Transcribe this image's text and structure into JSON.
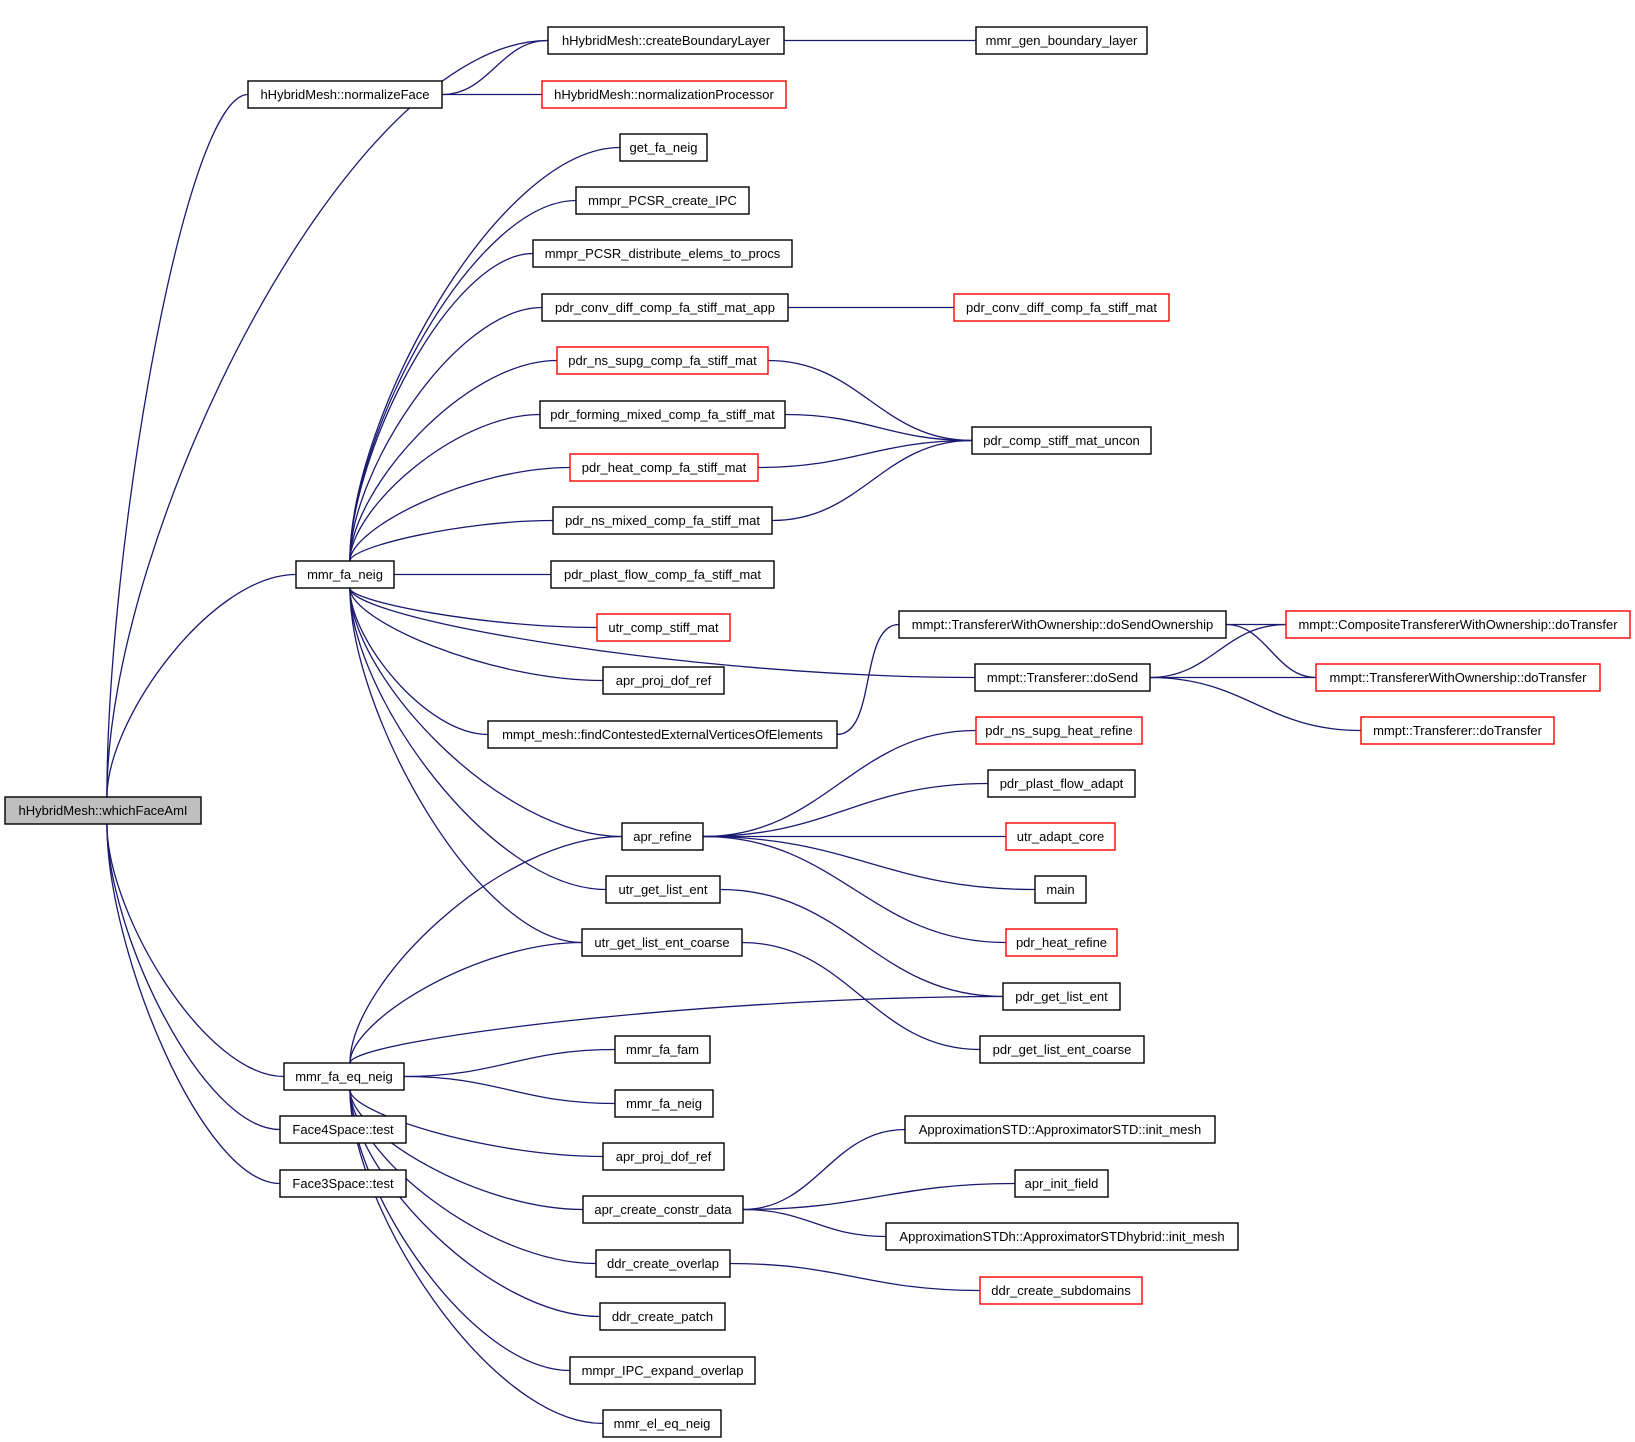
{
  "colors": {
    "edge": "#191970",
    "node_border_default": "#000000",
    "node_border_truncated": "#ff0000",
    "node_fill": "#ffffff",
    "node_fill_focus": "#bfbfbf"
  },
  "graph": {
    "nodes": [
      {
        "id": "which",
        "label": "hHybridMesh::whichFaceAmI",
        "style": "focus"
      },
      {
        "id": "normalizeFace",
        "label": "hHybridMesh::normalizeFace",
        "style": "normal"
      },
      {
        "id": "createBL",
        "label": "hHybridMesh::createBoundaryLayer",
        "style": "normal"
      },
      {
        "id": "genBL",
        "label": "mmr_gen_boundary_layer",
        "style": "normal"
      },
      {
        "id": "normProc",
        "label": "hHybridMesh::normalizationProcessor",
        "style": "truncated"
      },
      {
        "id": "mmr_fa_neig",
        "label": "mmr_fa_neig",
        "style": "normal"
      },
      {
        "id": "get_fa_neig",
        "label": "get_fa_neig",
        "style": "normal"
      },
      {
        "id": "pcsr_ipc",
        "label": "mmpr_PCSR_create_IPC",
        "style": "normal"
      },
      {
        "id": "pcsr_dist",
        "label": "mmpr_PCSR_distribute_elems_to_procs",
        "style": "normal"
      },
      {
        "id": "conv_app",
        "label": "pdr_conv_diff_comp_fa_stiff_mat_app",
        "style": "normal"
      },
      {
        "id": "conv",
        "label": "pdr_conv_diff_comp_fa_stiff_mat",
        "style": "truncated"
      },
      {
        "id": "ns_supg",
        "label": "pdr_ns_supg_comp_fa_stiff_mat",
        "style": "truncated"
      },
      {
        "id": "forming",
        "label": "pdr_forming_mixed_comp_fa_stiff_mat",
        "style": "normal"
      },
      {
        "id": "heat",
        "label": "pdr_heat_comp_fa_stiff_mat",
        "style": "truncated"
      },
      {
        "id": "ns_mixed",
        "label": "pdr_ns_mixed_comp_fa_stiff_mat",
        "style": "normal"
      },
      {
        "id": "uncon",
        "label": "pdr_comp_stiff_mat_uncon",
        "style": "normal"
      },
      {
        "id": "plast",
        "label": "pdr_plast_flow_comp_fa_stiff_mat",
        "style": "normal"
      },
      {
        "id": "utr_comp",
        "label": "utr_comp_stiff_mat",
        "style": "truncated"
      },
      {
        "id": "apr_proj1",
        "label": "apr_proj_dof_ref",
        "style": "normal"
      },
      {
        "id": "findCont",
        "label": "mmpt_mesh::findContestedExternalVerticesOfElements",
        "style": "normal"
      },
      {
        "id": "doSendOwn",
        "label": "mmpt::TransfererWithOwnership::doSendOwnership",
        "style": "normal"
      },
      {
        "id": "compTrans",
        "label": "mmpt::CompositeTransfererWithOwnership::doTransfer",
        "style": "truncated"
      },
      {
        "id": "doSend",
        "label": "mmpt::Transferer::doSend",
        "style": "normal"
      },
      {
        "id": "twoTrans",
        "label": "mmpt::TransfererWithOwnership::doTransfer",
        "style": "truncated"
      },
      {
        "id": "trans",
        "label": "mmpt::Transferer::doTransfer",
        "style": "truncated"
      },
      {
        "id": "nsHeat",
        "label": "pdr_ns_supg_heat_refine",
        "style": "truncated"
      },
      {
        "id": "plastAdapt",
        "label": "pdr_plast_flow_adapt",
        "style": "normal"
      },
      {
        "id": "apr_refine",
        "label": "apr_refine",
        "style": "normal"
      },
      {
        "id": "utr_adapt",
        "label": "utr_adapt_core",
        "style": "truncated"
      },
      {
        "id": "main",
        "label": "main",
        "style": "normal"
      },
      {
        "id": "utr_list",
        "label": "utr_get_list_ent",
        "style": "normal"
      },
      {
        "id": "heatRefine",
        "label": "pdr_heat_refine",
        "style": "truncated"
      },
      {
        "id": "utr_coarse",
        "label": "utr_get_list_ent_coarse",
        "style": "normal"
      },
      {
        "id": "pdr_list",
        "label": "pdr_get_list_ent",
        "style": "normal"
      },
      {
        "id": "pdr_coarse",
        "label": "pdr_get_list_ent_coarse",
        "style": "normal"
      },
      {
        "id": "mmr_fa_fam",
        "label": "mmr_fa_fam",
        "style": "normal"
      },
      {
        "id": "mmr_fa_eq",
        "label": "mmr_fa_eq_neig",
        "style": "normal"
      },
      {
        "id": "mmr_fa_neig2",
        "label": "mmr_fa_neig",
        "style": "normal"
      },
      {
        "id": "apr_proj2",
        "label": "apr_proj_dof_ref",
        "style": "normal"
      },
      {
        "id": "face4",
        "label": "Face4Space::test",
        "style": "normal"
      },
      {
        "id": "initMesh",
        "label": "ApproximationSTD::ApproximatorSTD::init_mesh",
        "style": "normal"
      },
      {
        "id": "face3",
        "label": "Face3Space::test",
        "style": "normal"
      },
      {
        "id": "initField",
        "label": "apr_init_field",
        "style": "normal"
      },
      {
        "id": "constr",
        "label": "apr_create_constr_data",
        "style": "normal"
      },
      {
        "id": "initMeshH",
        "label": "ApproximationSTDh::ApproximatorSTDhybrid::init_mesh",
        "style": "normal"
      },
      {
        "id": "overlap",
        "label": "ddr_create_overlap",
        "style": "normal"
      },
      {
        "id": "subdom",
        "label": "ddr_create_subdomains",
        "style": "truncated"
      },
      {
        "id": "patch",
        "label": "ddr_create_patch",
        "style": "normal"
      },
      {
        "id": "ipcOverlap",
        "label": "mmpr_IPC_expand_overlap",
        "style": "normal"
      },
      {
        "id": "elEq",
        "label": "mmr_el_eq_neig",
        "style": "normal"
      }
    ],
    "edges": [
      [
        "which",
        "normalizeFace"
      ],
      [
        "which",
        "createBL"
      ],
      [
        "which",
        "mmr_fa_neig"
      ],
      [
        "which",
        "mmr_fa_eq"
      ],
      [
        "which",
        "face4"
      ],
      [
        "which",
        "face3"
      ],
      [
        "normalizeFace",
        "createBL"
      ],
      [
        "normalizeFace",
        "normProc"
      ],
      [
        "createBL",
        "genBL"
      ],
      [
        "mmr_fa_neig",
        "get_fa_neig"
      ],
      [
        "mmr_fa_neig",
        "pcsr_ipc"
      ],
      [
        "mmr_fa_neig",
        "pcsr_dist"
      ],
      [
        "mmr_fa_neig",
        "conv_app"
      ],
      [
        "mmr_fa_neig",
        "ns_supg"
      ],
      [
        "mmr_fa_neig",
        "forming"
      ],
      [
        "mmr_fa_neig",
        "heat"
      ],
      [
        "mmr_fa_neig",
        "ns_mixed"
      ],
      [
        "mmr_fa_neig",
        "plast"
      ],
      [
        "mmr_fa_neig",
        "utr_comp"
      ],
      [
        "mmr_fa_neig",
        "apr_proj1"
      ],
      [
        "mmr_fa_neig",
        "findCont"
      ],
      [
        "mmr_fa_neig",
        "doSend"
      ],
      [
        "mmr_fa_neig",
        "apr_refine"
      ],
      [
        "mmr_fa_neig",
        "utr_list"
      ],
      [
        "mmr_fa_neig",
        "utr_coarse"
      ],
      [
        "conv_app",
        "conv"
      ],
      [
        "ns_supg",
        "uncon"
      ],
      [
        "forming",
        "uncon"
      ],
      [
        "heat",
        "uncon"
      ],
      [
        "ns_mixed",
        "uncon"
      ],
      [
        "findCont",
        "doSendOwn"
      ],
      [
        "doSendOwn",
        "compTrans"
      ],
      [
        "doSend",
        "compTrans"
      ],
      [
        "doSend",
        "twoTrans"
      ],
      [
        "doSend",
        "trans"
      ],
      [
        "doSendOwn",
        "twoTrans"
      ],
      [
        "apr_refine",
        "nsHeat"
      ],
      [
        "apr_refine",
        "plastAdapt"
      ],
      [
        "apr_refine",
        "utr_adapt"
      ],
      [
        "apr_refine",
        "main"
      ],
      [
        "apr_refine",
        "heatRefine"
      ],
      [
        "utr_list",
        "pdr_list"
      ],
      [
        "utr_coarse",
        "pdr_coarse"
      ],
      [
        "mmr_fa_eq",
        "apr_refine"
      ],
      [
        "mmr_fa_eq",
        "utr_coarse"
      ],
      [
        "mmr_fa_eq",
        "pdr_list"
      ],
      [
        "mmr_fa_eq",
        "mmr_fa_fam"
      ],
      [
        "mmr_fa_eq",
        "mmr_fa_neig2"
      ],
      [
        "mmr_fa_eq",
        "apr_proj2"
      ],
      [
        "mmr_fa_eq",
        "constr"
      ],
      [
        "mmr_fa_eq",
        "overlap"
      ],
      [
        "mmr_fa_eq",
        "patch"
      ],
      [
        "mmr_fa_eq",
        "ipcOverlap"
      ],
      [
        "mmr_fa_eq",
        "elEq"
      ],
      [
        "constr",
        "initMesh"
      ],
      [
        "constr",
        "initField"
      ],
      [
        "constr",
        "initMeshH"
      ],
      [
        "overlap",
        "subdom"
      ]
    ]
  }
}
